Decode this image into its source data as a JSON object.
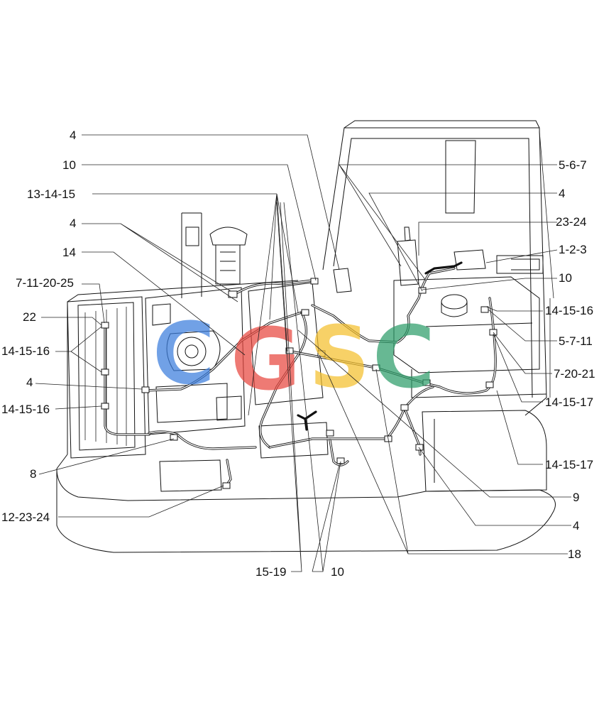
{
  "callouts": {
    "l1": "4",
    "l2": "10",
    "l3": "13-14-15",
    "l4": "4",
    "l5": "14",
    "l6": "7-11-20-25",
    "l7": "22",
    "l8": "14-15-16",
    "l9": "4",
    "l10": "14-15-16",
    "l11": "8",
    "l12": "12-23-24",
    "r1": "5-6-7",
    "r2": "4",
    "r3": "23-24",
    "r4": "1-2-3",
    "r5": "10",
    "r6": "14-15-16",
    "r7": "5-7-11",
    "r8": "7-20-21",
    "r9": "14-15-17",
    "r10": "14-15-17",
    "r11": "9",
    "r12": "4",
    "r13": "18",
    "b1": "15-19",
    "b2": "10"
  },
  "watermark": {
    "letters": [
      "C",
      "G",
      "S",
      "C"
    ],
    "colors": [
      "#3b7ddd",
      "#e8473f",
      "#f5c02e",
      "#2e9e6a"
    ]
  }
}
